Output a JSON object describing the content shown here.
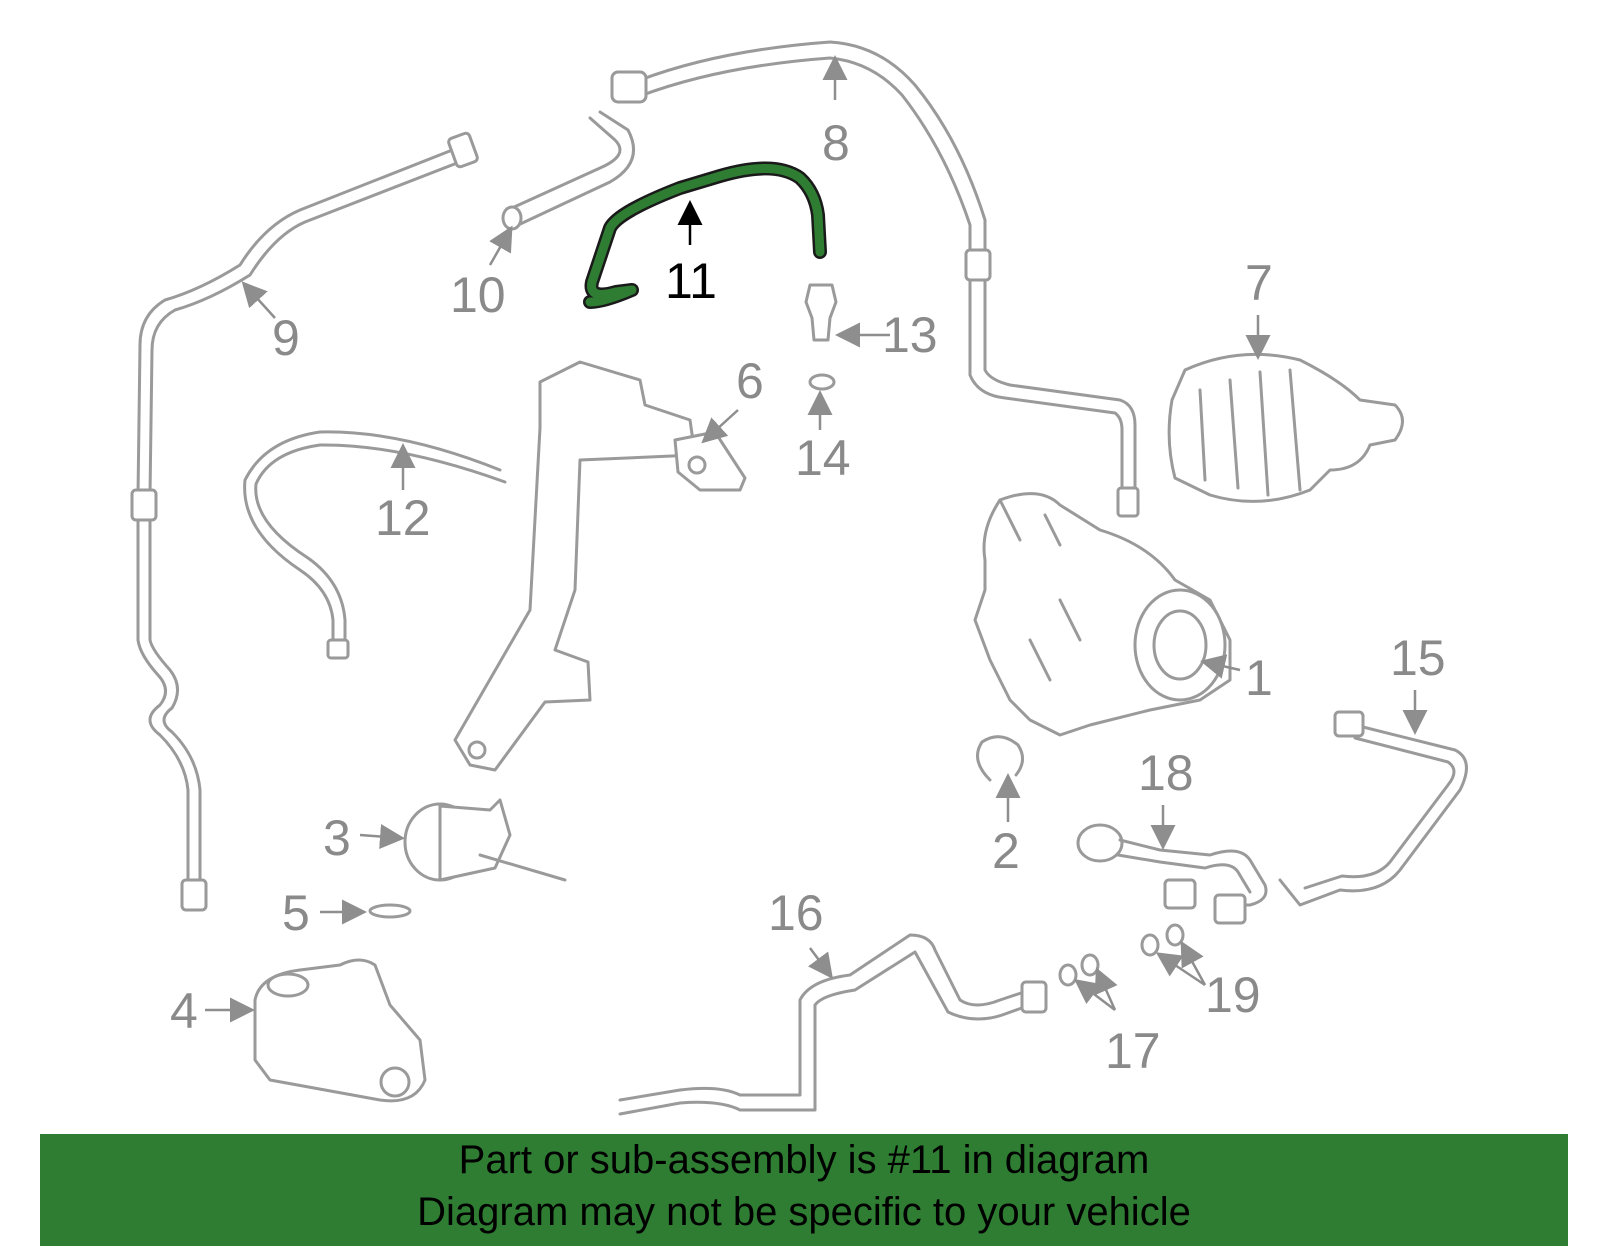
{
  "callouts": [
    "1",
    "2",
    "3",
    "4",
    "5",
    "6",
    "7",
    "8",
    "9",
    "10",
    "11",
    "12",
    "13",
    "14",
    "15",
    "16",
    "17",
    "18",
    "19"
  ],
  "highlighted_callout": "11",
  "highlight_color": "#2e7d32",
  "footer": {
    "line1": "Part or sub-assembly is #11 in diagram",
    "line2": "Diagram may not be specific to your vehicle"
  }
}
